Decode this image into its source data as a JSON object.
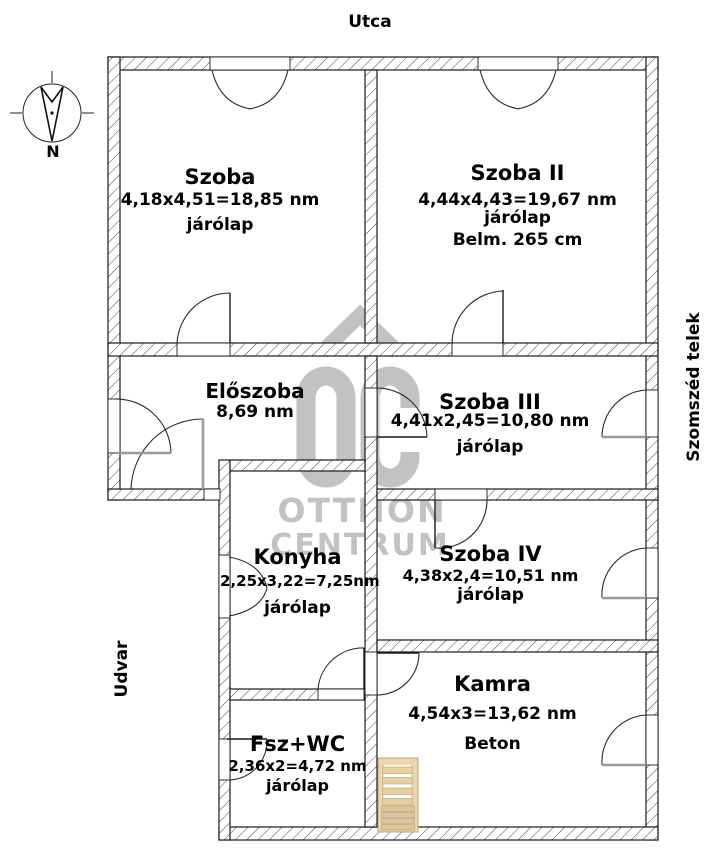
{
  "scene": {
    "street_label": "Utca",
    "yard_label": "Udvar",
    "neighbor_label": "Szomszéd telek",
    "compass_north": "N"
  },
  "watermark": {
    "brand_line1": "OTTHON",
    "brand_line2": "CENTRUM"
  },
  "rooms": [
    {
      "name": "Szoba",
      "dims": "4,18x4,51=18,85 nm",
      "floor": "járólap"
    },
    {
      "name": "Szoba II",
      "dims": "4,44x4,43=19,67 nm",
      "floor": "járólap",
      "extra": "Belm. 265 cm"
    },
    {
      "name": "Előszoba",
      "dims": "8,69 nm"
    },
    {
      "name": "Szoba III",
      "dims": "4,41x2,45=10,80 nm",
      "floor": "járólap"
    },
    {
      "name": "Konyha",
      "dims": "2,25x3,22=7,25nm",
      "floor": "járólap"
    },
    {
      "name": "Szoba IV",
      "dims": "4,38x2,4=10,51 nm",
      "floor": "járólap"
    },
    {
      "name": "Kamra",
      "dims": "4,54x3=13,62 nm",
      "floor": "Beton"
    },
    {
      "name": "Fsz+WC",
      "dims": "2,36x2=4,72 nm",
      "floor": "járólap"
    }
  ],
  "colors": {
    "watermark_gray": "#c2c2c2",
    "line_black": "#1a1a1a",
    "door_leaf_gray": "#9a9a9a",
    "ladder_tan": "#ead7ae",
    "ladder_tan_dark": "#e2c594"
  }
}
